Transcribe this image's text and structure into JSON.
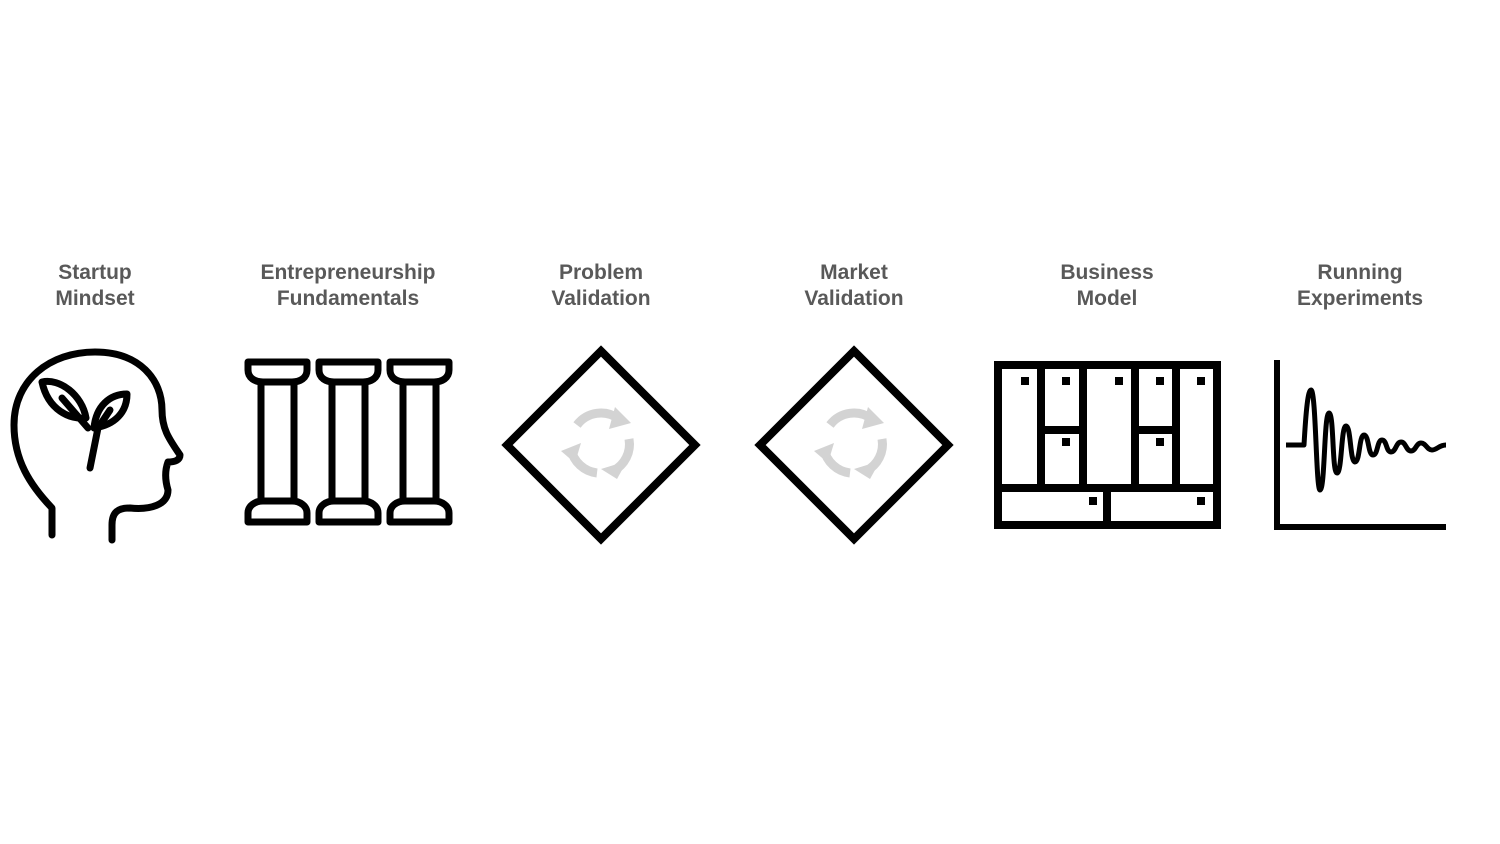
{
  "steps": [
    {
      "line1": "Startup",
      "line2": "Mindset",
      "icon": "head-sprout-icon"
    },
    {
      "line1": "Entrepreneurship",
      "line2": "Fundamentals",
      "icon": "pillars-icon"
    },
    {
      "line1": "Problem",
      "line2": "Validation",
      "icon": "diamond-cycle-icon"
    },
    {
      "line1": "Market",
      "line2": "Validation",
      "icon": "diamond-cycle-icon"
    },
    {
      "line1": "Business",
      "line2": "Model",
      "icon": "business-model-canvas-icon"
    },
    {
      "line1": "Running",
      "line2": "Experiments",
      "icon": "damped-wave-chart-icon"
    }
  ],
  "colors": {
    "label": "#595959",
    "icon": "#000000",
    "cycle_arrows": "#d3d3d3"
  }
}
